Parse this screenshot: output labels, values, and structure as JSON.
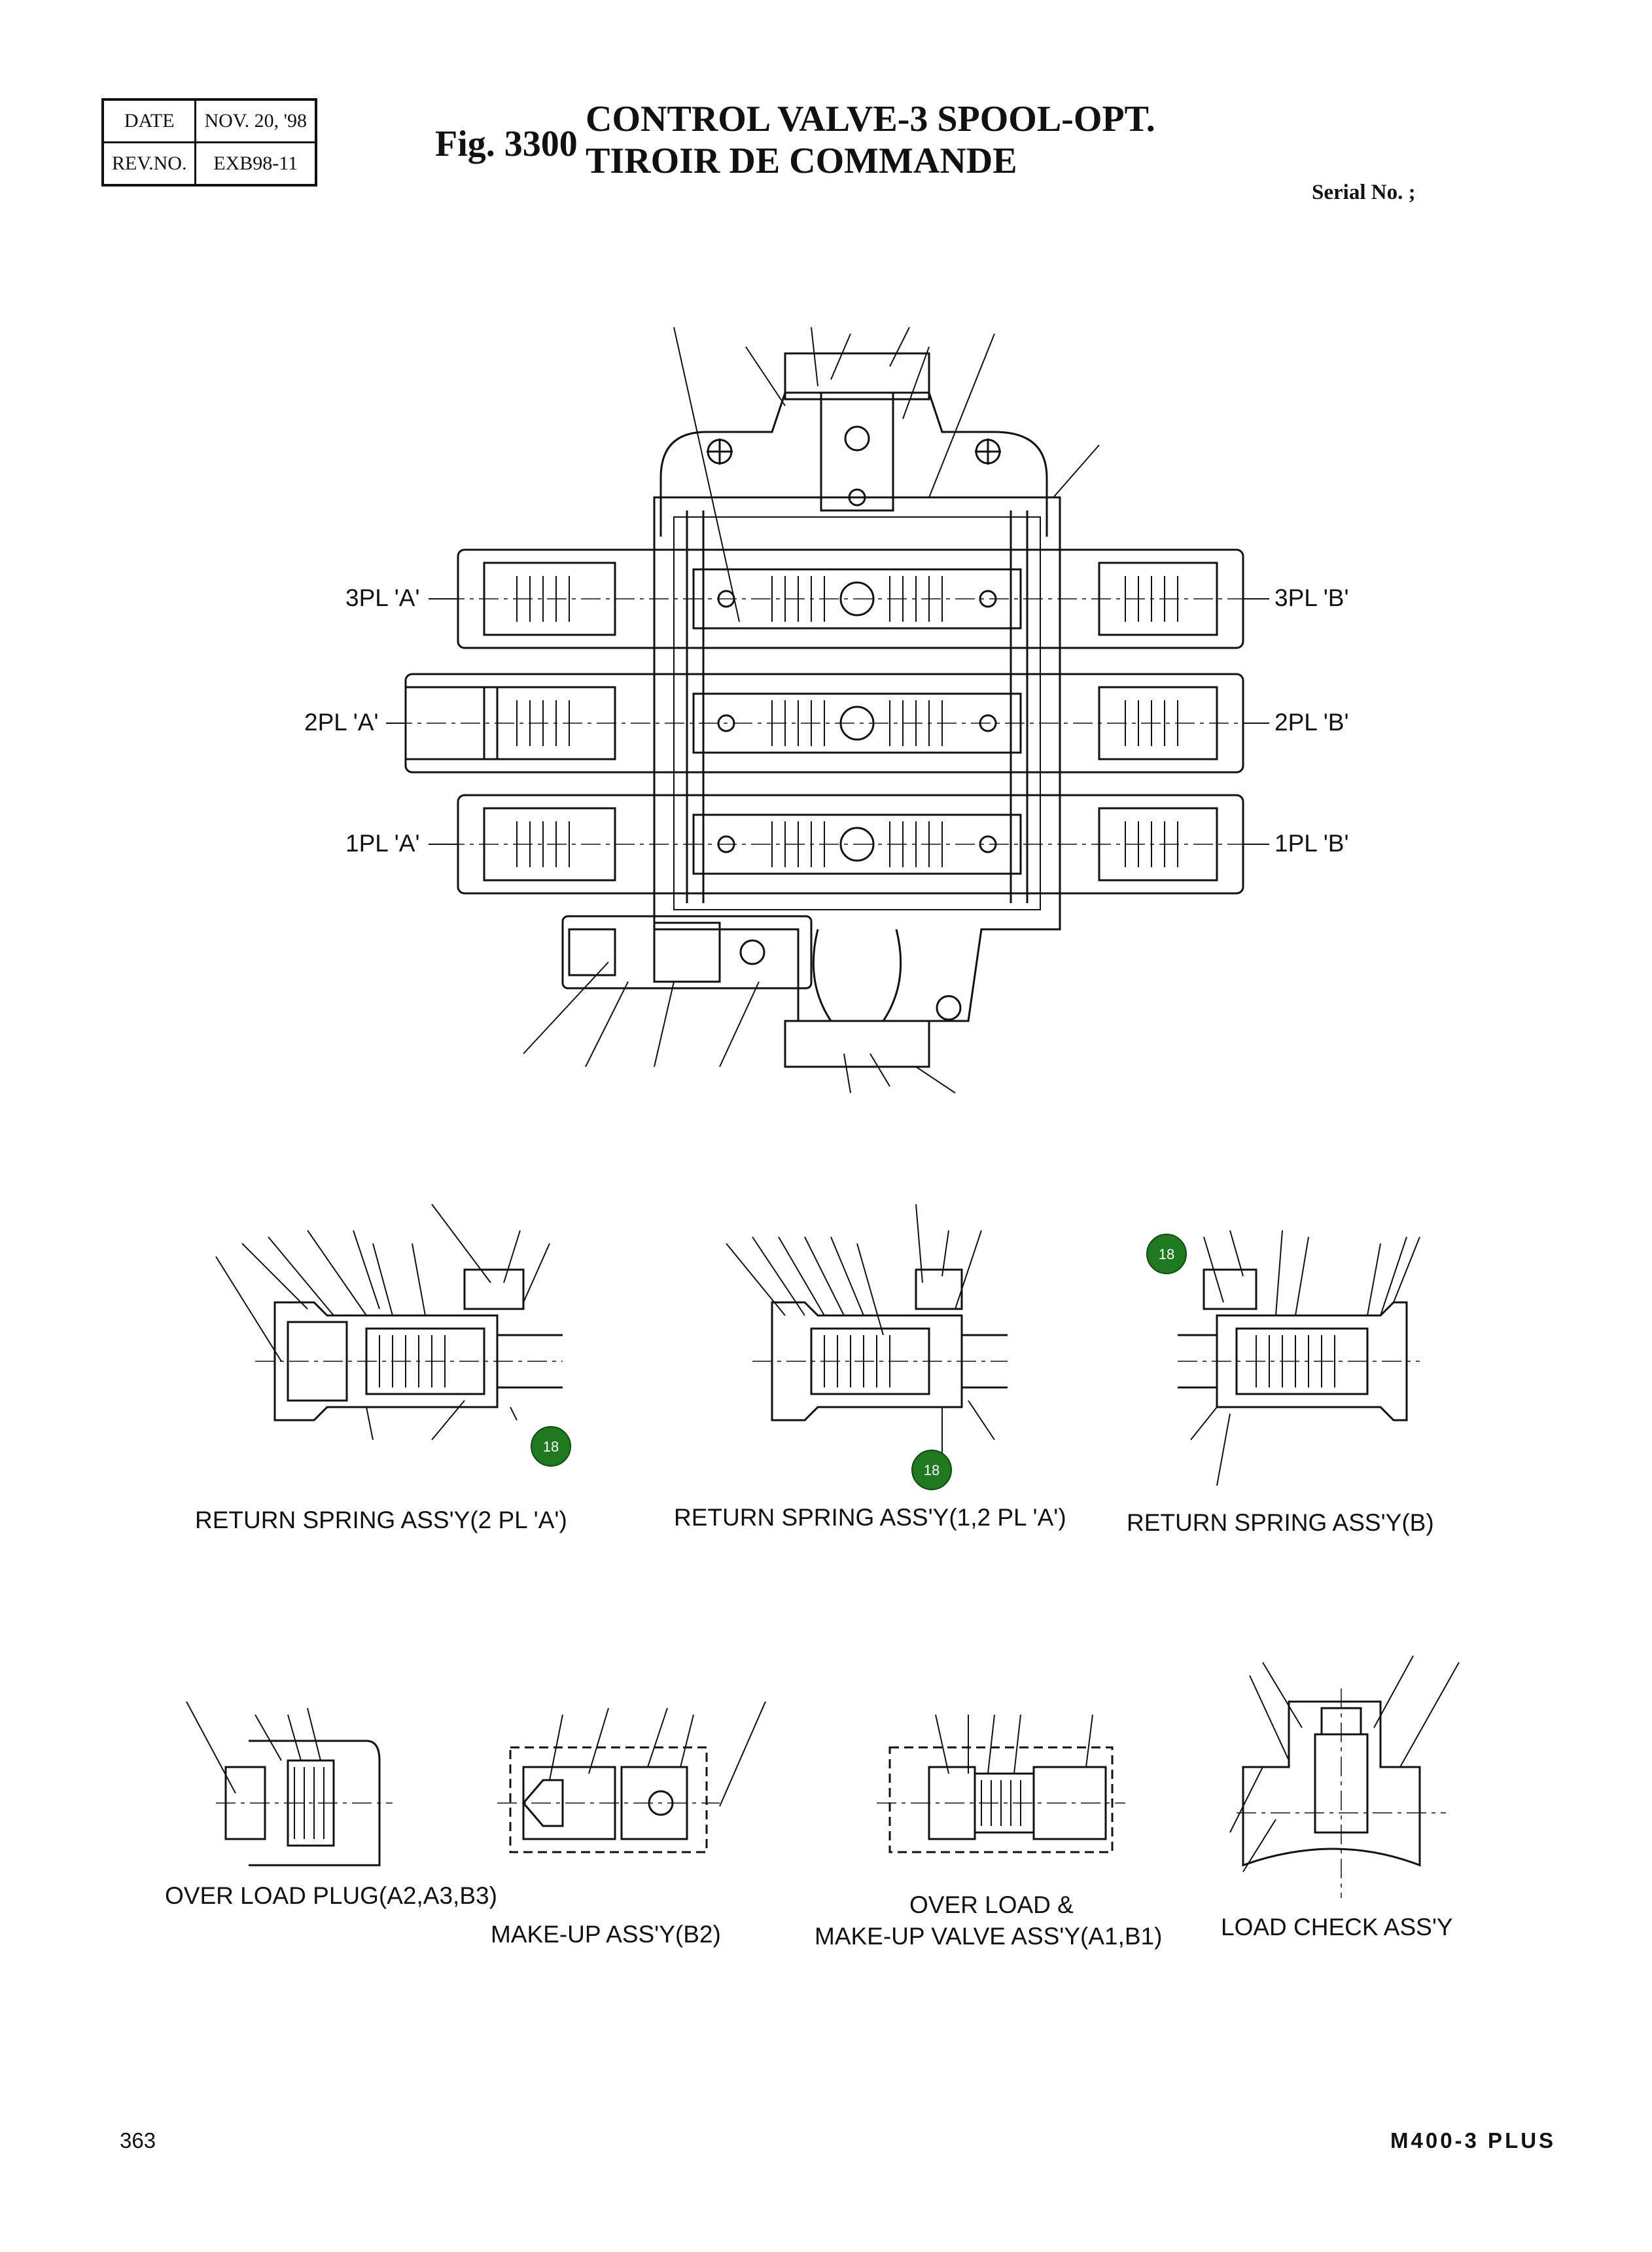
{
  "header": {
    "date_label": "DATE",
    "date_value": "NOV. 20, '98",
    "rev_label": "REV.NO.",
    "rev_value": "EXB98-11",
    "fig_number": "Fig. 3300",
    "title_en": "CONTROL VALVE-3 SPOOL-OPT.",
    "title_fr": "TIROIR DE COMMANDE",
    "serial_label": "Serial No. ;"
  },
  "port_labels": {
    "pl3_a": "3PL 'A'",
    "pl3_b": "3PL 'B'",
    "pl2_a": "2PL 'A'",
    "pl2_b": "2PL 'B'",
    "pl1_a": "1PL 'A'",
    "pl1_b": "1PL 'B'"
  },
  "callouts": [
    {
      "number": "18"
    },
    {
      "number": "18"
    },
    {
      "number": "18"
    }
  ],
  "captions": {
    "return_2pl_a": "RETURN SPRING ASS'Y(2 PL 'A')",
    "return_12pl_a": "RETURN SPRING ASS'Y(1,2 PL 'A')",
    "return_b": "RETURN SPRING ASS'Y(B)",
    "overload_plug": "OVER LOAD PLUG(A2,A3,B3)",
    "makeup_assy": "MAKE-UP ASS'Y(B2)",
    "overload_makeup_line1": "OVER LOAD &",
    "overload_makeup_line2": "MAKE-UP VALVE ASS'Y(A1,B1)",
    "load_check": "LOAD CHECK ASS'Y"
  },
  "footer": {
    "page_number": "363",
    "model": "M400-3 PLUS"
  },
  "colors": {
    "ink": "#111111",
    "callout_fill": "#1f7a1f",
    "callout_text": "#ffffff"
  }
}
